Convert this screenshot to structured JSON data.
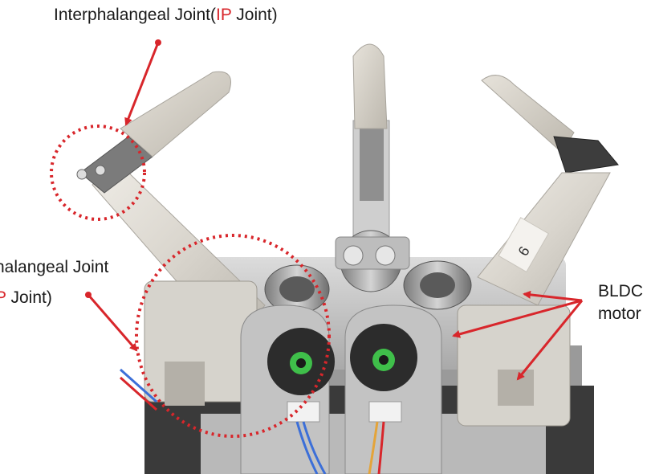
{
  "labels": {
    "ip_joint": {
      "prefix": "Interphalangeal Joint(",
      "highlight": "IP",
      "suffix": " Joint)"
    },
    "mcp_joint": {
      "line1": "halangeal Joint",
      "highlight": "P",
      "line2_suffix": " Joint)"
    },
    "bldc_motor": {
      "line1": "BLDC",
      "line2": "motor"
    }
  },
  "colors": {
    "annotation_red": "#d8262b",
    "text": "#1a1a1a",
    "background": "#ffffff"
  }
}
